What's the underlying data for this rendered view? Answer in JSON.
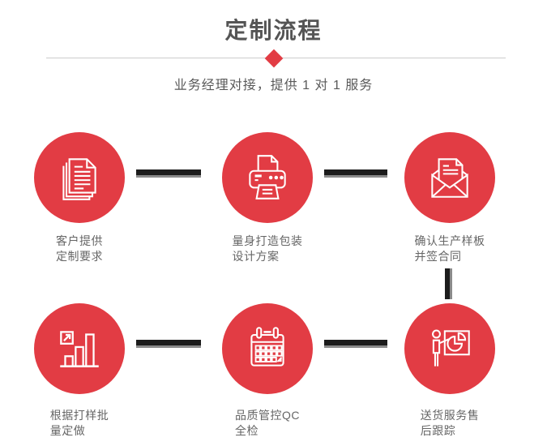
{
  "header": {
    "title": "定制流程",
    "subtitle": "业务经理对接，提供 1 对 1 服务"
  },
  "colors": {
    "accent_red": "#e23c44",
    "connector_dark": "#1c1c1c",
    "connector_shadow": "#8a8a8a",
    "divider": "#cccccc",
    "title_text": "#555555",
    "body_text": "#666666"
  },
  "steps": [
    {
      "icon": "stacked-documents-icon",
      "lines": [
        "客户提供",
        "定制要求"
      ]
    },
    {
      "icon": "printer-icon",
      "lines": [
        "量身打造包装",
        "设计方案"
      ]
    },
    {
      "icon": "envelope-letter-icon",
      "lines": [
        "确认生产样板",
        "并签合同"
      ]
    },
    {
      "icon": "growth-bar-chart-icon",
      "lines": [
        "根据打样批",
        "量定做"
      ]
    },
    {
      "icon": "calendar-icon",
      "lines": [
        "品质管控QC",
        "全检"
      ]
    },
    {
      "icon": "presentation-chart-icon",
      "lines": [
        "送货服务售",
        "后跟踪"
      ]
    }
  ]
}
